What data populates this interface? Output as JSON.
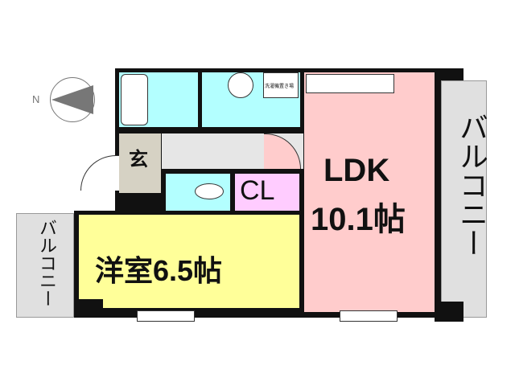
{
  "compass": {
    "label": "N"
  },
  "rooms": {
    "ldk": {
      "name": "LDK",
      "size": "10.1帖",
      "color": "#ffcccc"
    },
    "western": {
      "name": "洋室6.5帖",
      "color": "#ffff99"
    },
    "closet": {
      "name": "CL",
      "color": "#ffccff"
    },
    "entrance": {
      "name": "玄",
      "color": "#d6d2c4"
    },
    "washer": {
      "name": "洗濯機置き場"
    },
    "balcony_right": {
      "name": "バルコニー",
      "color": "#e0e0e0"
    },
    "balcony_left": {
      "name": "バルコニー",
      "color": "#e0e0e0"
    },
    "wet_color": "#b3ffff"
  }
}
